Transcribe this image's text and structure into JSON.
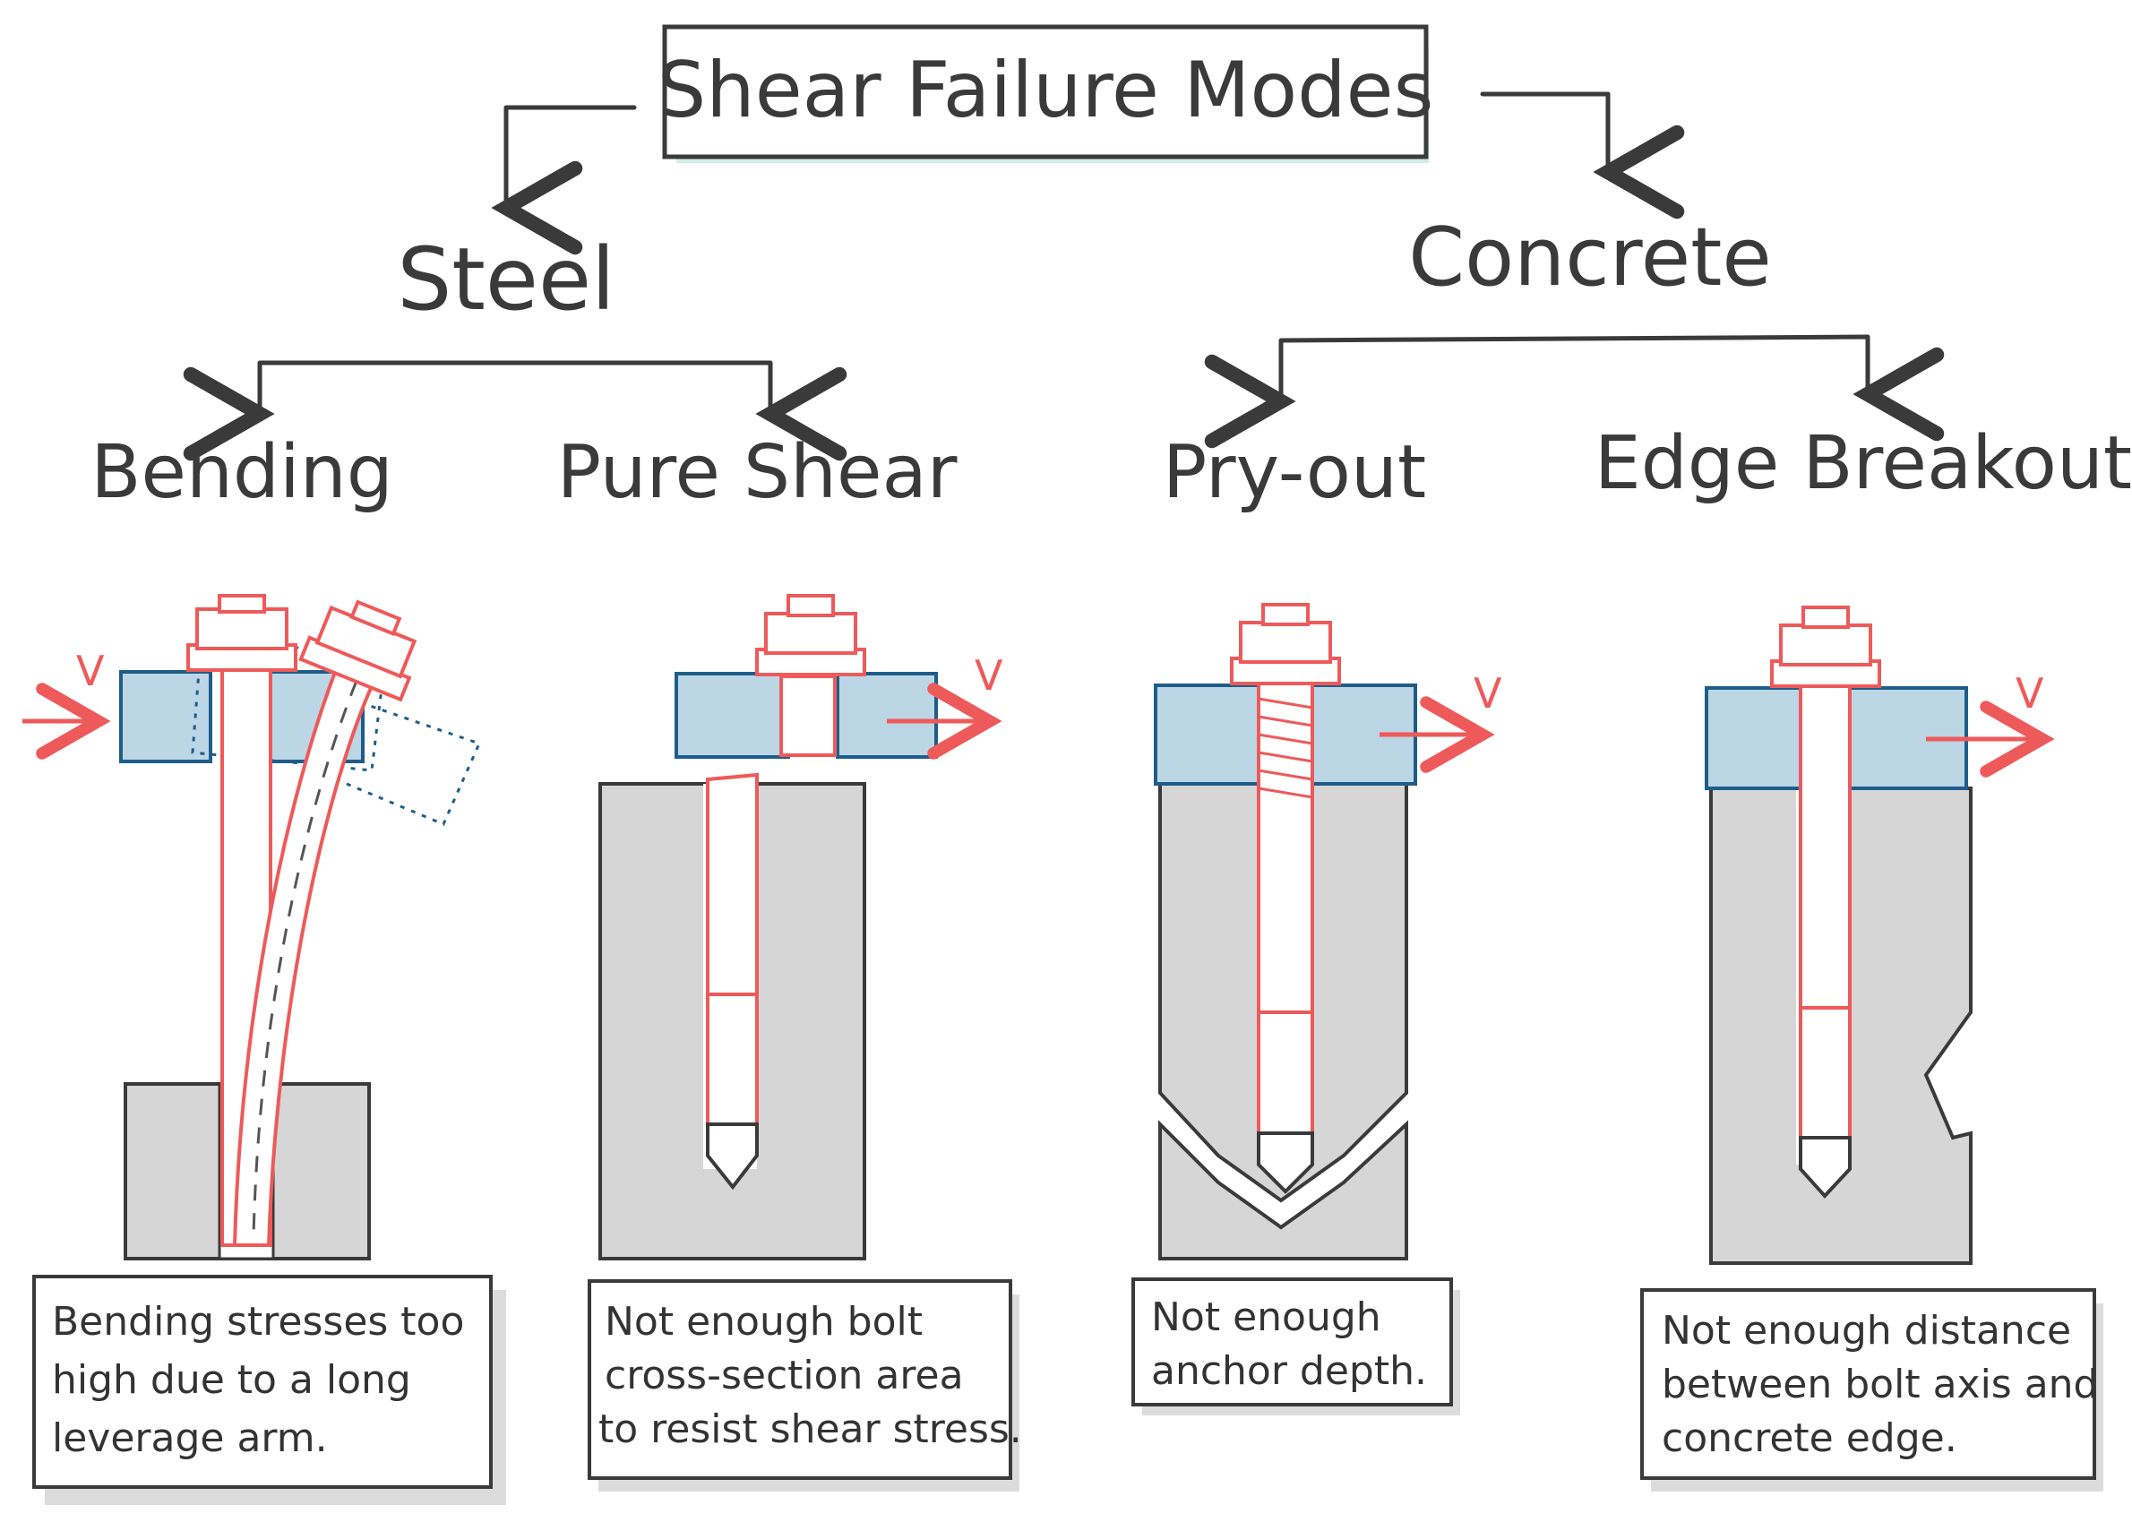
{
  "title": "Shear Failure Modes",
  "categories": [
    {
      "label": "Steel",
      "modes": [
        "Bending",
        "Pure Shear"
      ]
    },
    {
      "label": "Concrete",
      "modes": [
        "Pry-out",
        "Edge Breakout"
      ]
    }
  ],
  "panels": [
    {
      "mode": "Bending",
      "force_label": "V",
      "note_lines": [
        "Bending stresses too",
        "high due to a long",
        "leverage arm."
      ]
    },
    {
      "mode": "Pure Shear",
      "force_label": "V",
      "note_lines": [
        "Not enough bolt",
        "cross-section area",
        "to resist shear stress."
      ]
    },
    {
      "mode": "Pry-out",
      "force_label": "V",
      "note_lines": [
        "Not enough",
        "anchor depth."
      ]
    },
    {
      "mode": "Edge Breakout",
      "force_label": "V",
      "note_lines": [
        "Not enough distance",
        "between bolt axis and",
        "concrete edge."
      ]
    }
  ],
  "colors": {
    "ink": "#3a3a3a",
    "bolt": "#ee5a5a",
    "plate": "#bcd6e6",
    "plate_edge": "#1e5d8a",
    "concrete": "#d6d6d6",
    "highlight": "#bfe6df",
    "shadow": "#dcdcdc"
  }
}
